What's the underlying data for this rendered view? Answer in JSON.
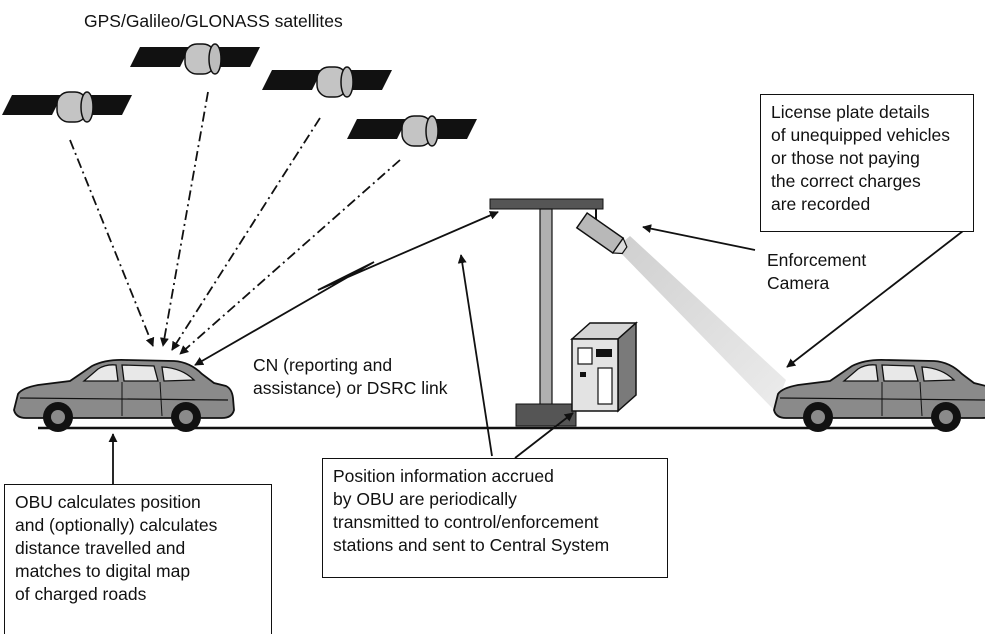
{
  "labels": {
    "satellites": "GPS/Galileo/GLONASS satellites",
    "link": "CN (reporting and\nassistance) or DSRC link",
    "camera": "Enforcement\nCamera"
  },
  "boxes": {
    "license": "License plate details\nof unequipped vehicles\nor those not paying\nthe correct charges\nare recorded",
    "obu": "OBU calculates position\nand (optionally) calculates\ndistance travelled and\nmatches to digital map\nof charged roads",
    "position": "Position information accrued\nby OBU are periodically\ntransmitted to control/enforcement\nstations and sent to Central System"
  },
  "icons": [
    "satellite-icon",
    "car-icon",
    "gantry-pole-icon",
    "enforcement-camera-icon",
    "roadside-unit-icon"
  ],
  "colors": {
    "ink": "#111111",
    "gray": "#9a9a9a",
    "beam": "#dcdcdc"
  }
}
